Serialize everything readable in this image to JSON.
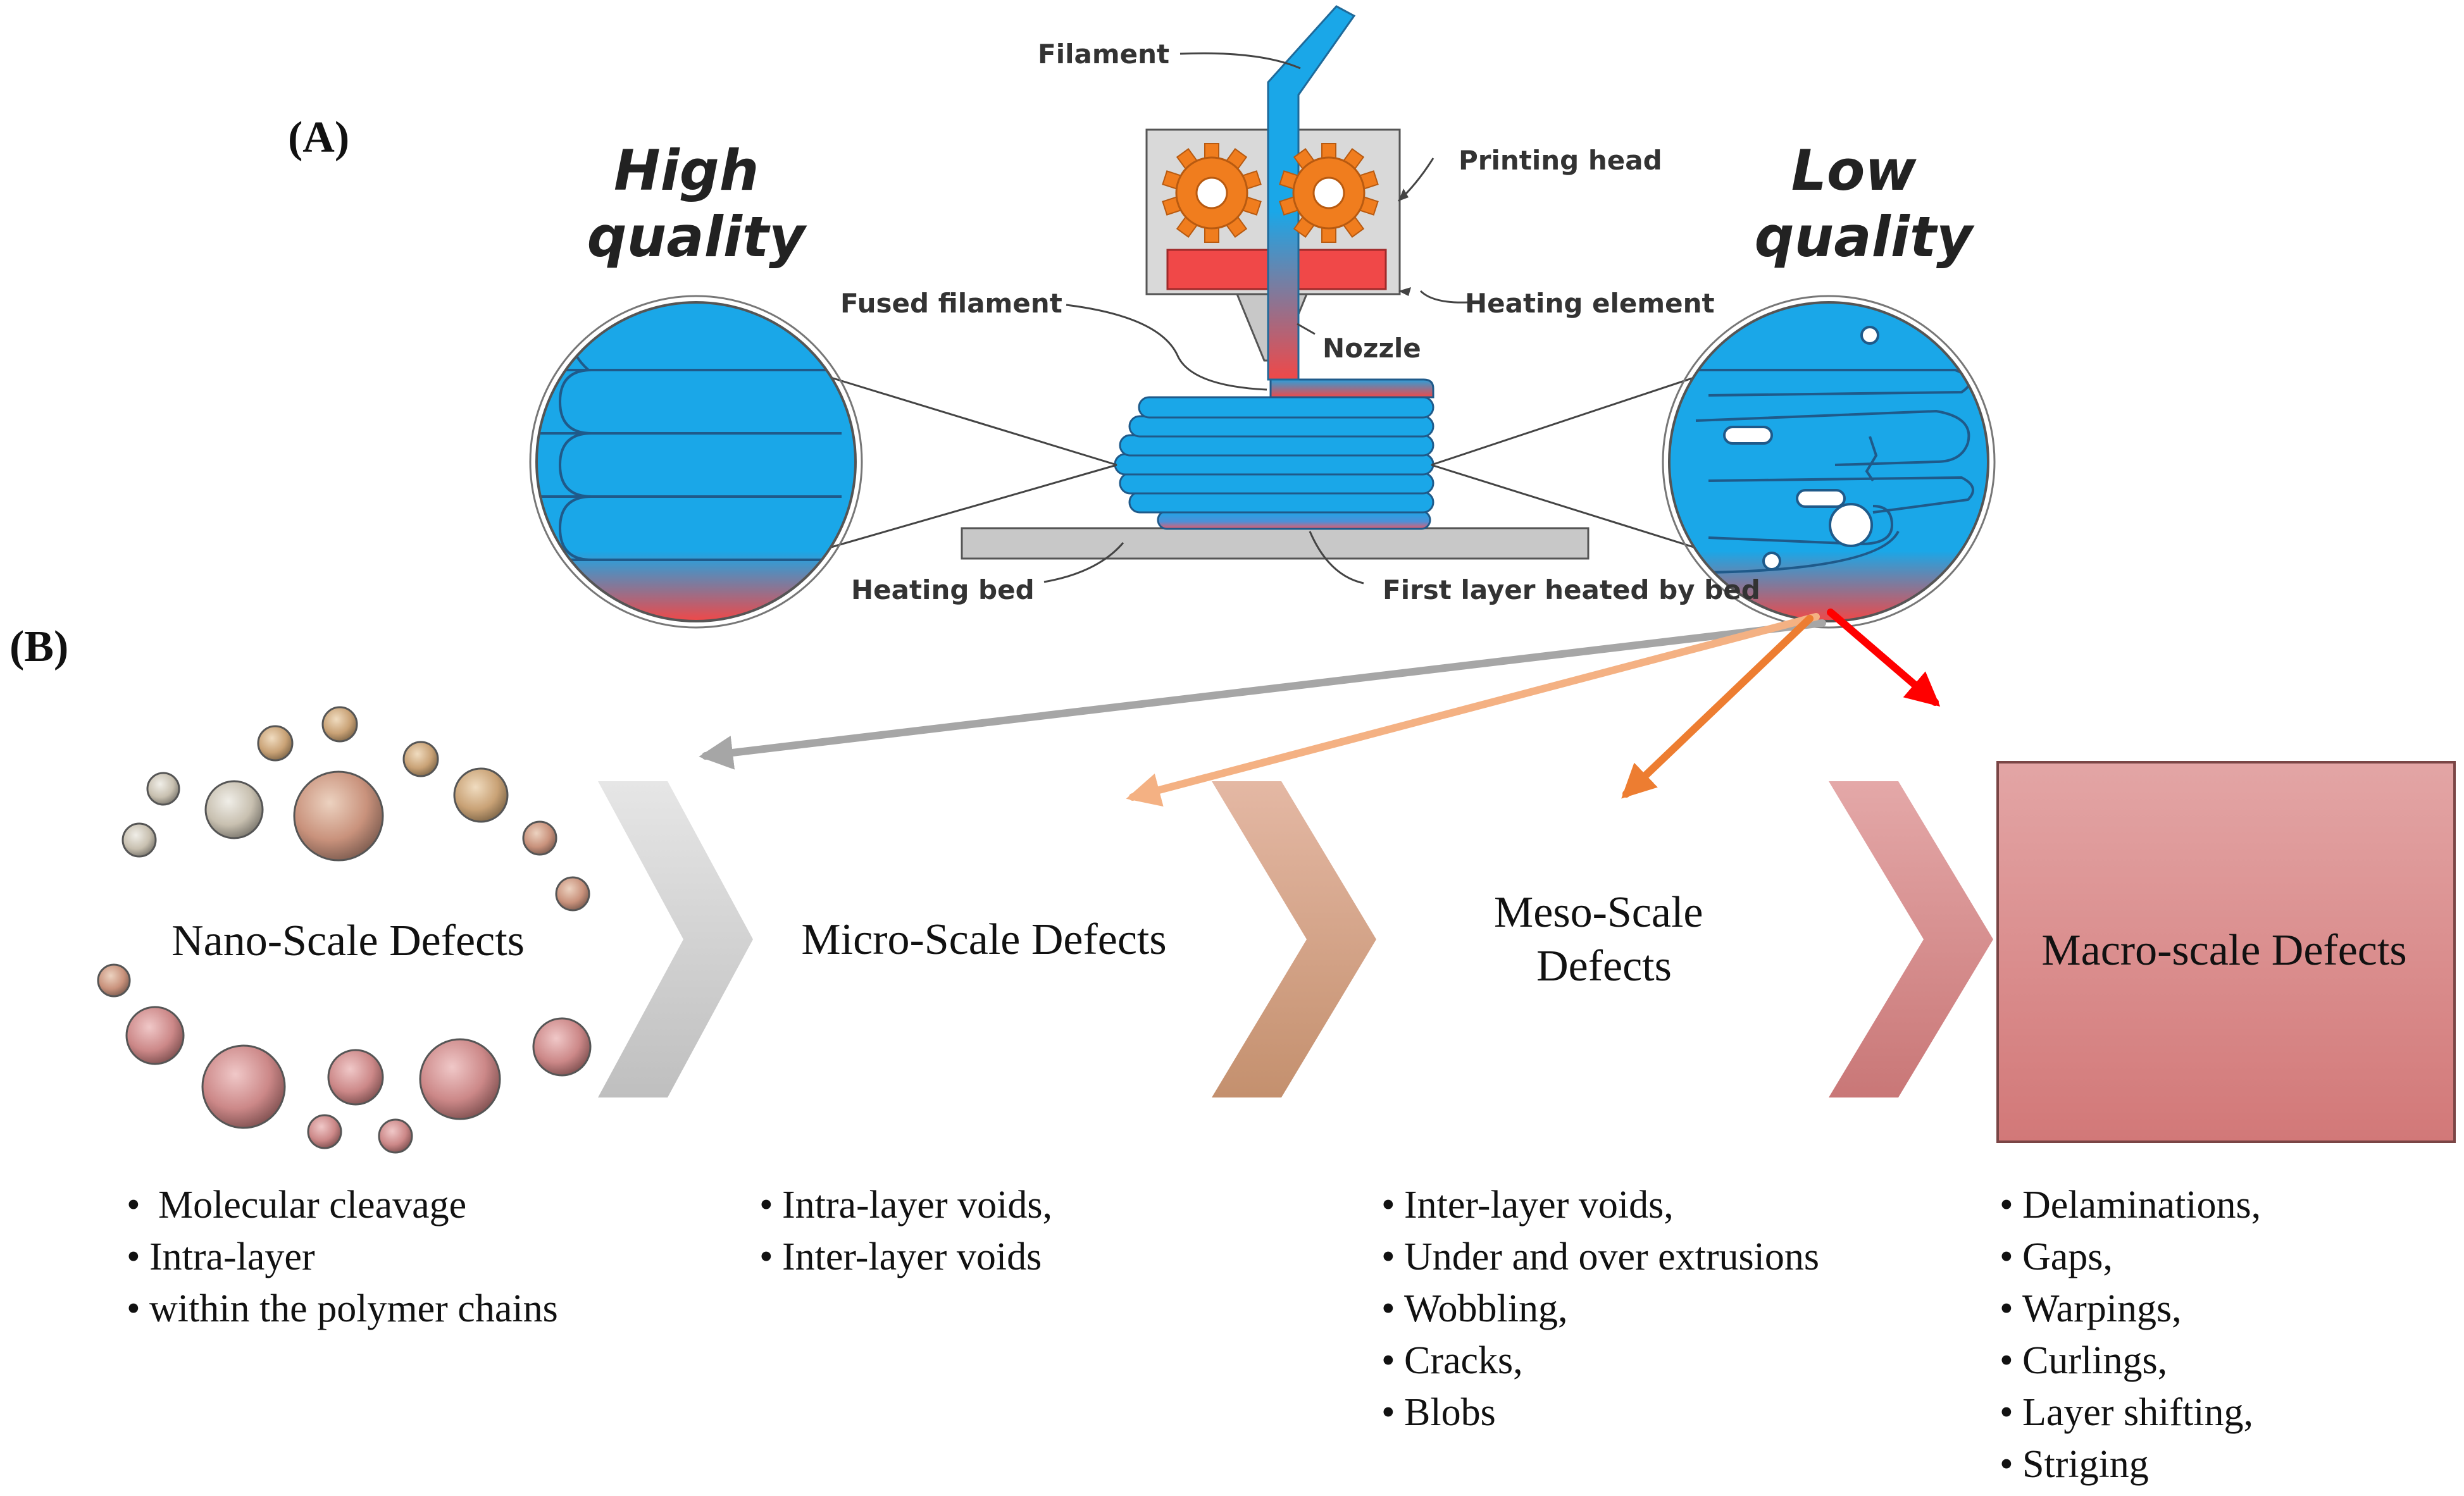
{
  "panel_a": {
    "label": "(A)",
    "high_quality": [
      "High",
      "quality"
    ],
    "low_quality": [
      "Low",
      "quality"
    ],
    "labels": {
      "filament": "Filament",
      "printing_head": "Printing head",
      "heating_element": "Heating element",
      "fused_filament": "Fused filament",
      "nozzle": "Nozzle",
      "heating_bed": "Heating bed",
      "first_layer": "First layer heated by bed"
    }
  },
  "panel_b": {
    "label": "(B)",
    "stages": [
      {
        "title": [
          "Nano-Scale Defects"
        ],
        "items": [
          "Molecular cleavage",
          "Intra-layer",
          "within the polymer chains"
        ]
      },
      {
        "title": [
          "Micro-Scale Defects"
        ],
        "items": [
          "Intra-layer voids,",
          "Inter-layer voids"
        ]
      },
      {
        "title": [
          "Meso-Scale",
          "Defects"
        ],
        "items": [
          "Inter-layer voids,",
          "Under and over extrusions",
          "Wobbling,",
          "Cracks,",
          "Blobs"
        ]
      },
      {
        "title": [
          "Macro-scale Defects"
        ],
        "items": [
          "Delaminations,",
          "Gaps,",
          "Warpings,",
          "Curlings,",
          "Layer shifting,",
          "Striging"
        ]
      }
    ]
  },
  "colors": {
    "filament_blue": "#1aa7e8",
    "heat_red": "#f04848",
    "gear_orange": "#f07d1e",
    "arrow_gray": "#a6a6a6",
    "arrow_light_orange": "#f4b183",
    "arrow_orange": "#ed7d31",
    "arrow_red": "#ff0000"
  }
}
